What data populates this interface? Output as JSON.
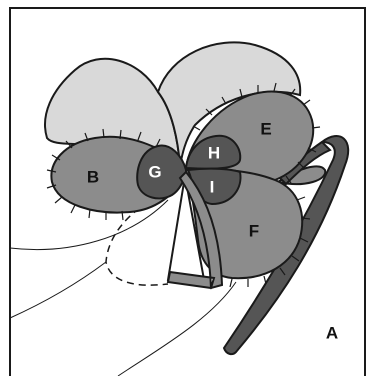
{
  "labels": {
    "A": "A",
    "B": "B",
    "E": "E",
    "F": "F",
    "G": "G",
    "H": "H",
    "I": "I"
  },
  "colors": {
    "background": "#ffffff",
    "outline": "#1a1a1a",
    "light_gray": "#d9d9d9",
    "mid_gray": "#8c8c8c",
    "dark_gray": "#555555",
    "stem_gray": "#6e6e6e"
  }
}
